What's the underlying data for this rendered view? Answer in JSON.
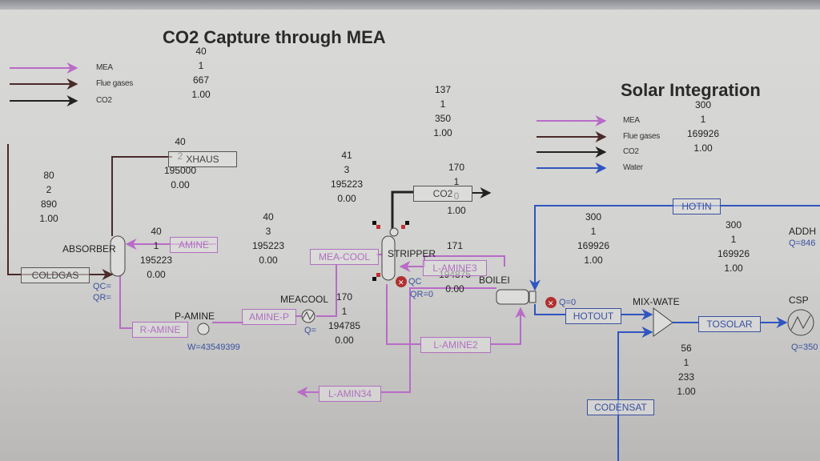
{
  "titles": {
    "left": "CO2 Capture through MEA",
    "right": "Solar Integration"
  },
  "legend_left": [
    {
      "label": "MEA",
      "color": "#b86bc7"
    },
    {
      "label": "Flue gases",
      "color": "#4a2a2a"
    },
    {
      "label": "CO2",
      "color": "#222222"
    }
  ],
  "legend_right": [
    {
      "label": "MEA",
      "color": "#b86bc7"
    },
    {
      "label": "Flue gases",
      "color": "#4a2a2a"
    },
    {
      "label": "CO2",
      "color": "#222222"
    },
    {
      "label": "Water",
      "color": "#2f55c0"
    }
  ],
  "stream_tags": [
    {
      "id": "exhaus",
      "temp": "40",
      "pressure": "1",
      "flow": "667",
      "vfrac": "1.00"
    },
    {
      "id": "coldgas",
      "temp": "80",
      "pressure": "2",
      "flow": "890",
      "vfrac": "1.00"
    },
    {
      "id": "exhaus-gas",
      "temp": "40",
      "pressure": "2",
      "flow": "195000",
      "vfrac": "0.00"
    },
    {
      "id": "r-amine",
      "temp": "40",
      "pressure": "1",
      "flow": "195223",
      "vfrac": "0.00"
    },
    {
      "id": "amine-p",
      "temp": "40",
      "pressure": "3",
      "flow": "195223",
      "vfrac": "0.00"
    },
    {
      "id": "mea-cool",
      "temp": "41",
      "pressure": "3",
      "flow": "195223",
      "vfrac": "0.00"
    },
    {
      "id": "co2-top",
      "temp": "137",
      "pressure": "1",
      "flow": "350",
      "vfrac": "1.00"
    },
    {
      "id": "co2",
      "temp": "170",
      "pressure": "1",
      "flow": "0",
      "vfrac": "1.00"
    },
    {
      "id": "l-amine3",
      "temp": "171",
      "pressure": "",
      "flow": "194875",
      "vfrac": "0.00"
    },
    {
      "id": "l-amin34",
      "temp": "170",
      "pressure": "1",
      "flow": "194785",
      "vfrac": "0.00"
    },
    {
      "id": "hotin",
      "temp": "300",
      "pressure": "1",
      "flow": "169926",
      "vfrac": "1.00"
    },
    {
      "id": "hotout",
      "temp": "300",
      "pressure": "1",
      "flow": "169926",
      "vfrac": "1.00"
    },
    {
      "id": "tosolar",
      "temp": "300",
      "pressure": "1",
      "flow": "169926",
      "vfrac": "1.00"
    },
    {
      "id": "codensat",
      "temp": "56",
      "pressure": "1",
      "flow": "233",
      "vfrac": "1.00"
    }
  ],
  "streams": {
    "exhaus": "XHAUS",
    "coldgas": "COLDGAS",
    "amine": "AMINE",
    "r_amine": "R-AMINE",
    "amine_p": "AMINE-P",
    "mea_cool": "MEA-COOL",
    "co2": "CO2",
    "l_amine3": "L-AMINE3",
    "l_amine2": "L-AMINE2",
    "l_amin34": "L-AMIN34",
    "hotin": "HOTIN",
    "hotout": "HOTOUT",
    "tosolar": "TOSOLAR",
    "codensat": "CODENSAT"
  },
  "blocks": {
    "absorber": "ABSORBER",
    "absorber_qc": "QC=",
    "absorber_qr": "QR=",
    "pump": "P-AMINE",
    "pump_w": "W=43549399",
    "meacool": "MEACOOL",
    "meacool_q": "Q=",
    "stripper": "STRIPPER",
    "stripper_qc": "QC",
    "stripper_qr": "QR=0",
    "boiler": "BOILEI",
    "boiler_q": "Q=0",
    "mixer": "MIX-WATE",
    "csp": "CSP",
    "csp_q": "Q=350",
    "addheat": "ADDH",
    "addheat_q": "Q=846"
  }
}
